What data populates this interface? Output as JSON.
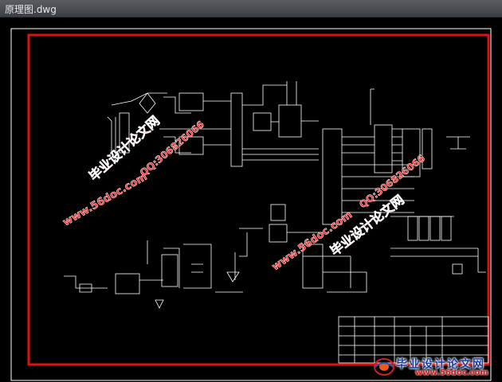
{
  "window": {
    "title": "原理图.dwg"
  },
  "colors": {
    "frame": "#e01010",
    "lines": "#ffffff",
    "watermark": "#ff2a2a",
    "background": "#000000"
  },
  "watermarks": [
    {
      "text": "毕业设计论文网"
    },
    {
      "text": "www.56doc.com"
    },
    {
      "text": "QQ:306826066"
    },
    {
      "text": "毕业设计论文网"
    },
    {
      "text": "www.56doc.com"
    },
    {
      "text": "QQ:306826066"
    }
  ],
  "logo": {
    "text": "毕业设计论文网",
    "url": "www.56doc.com"
  }
}
